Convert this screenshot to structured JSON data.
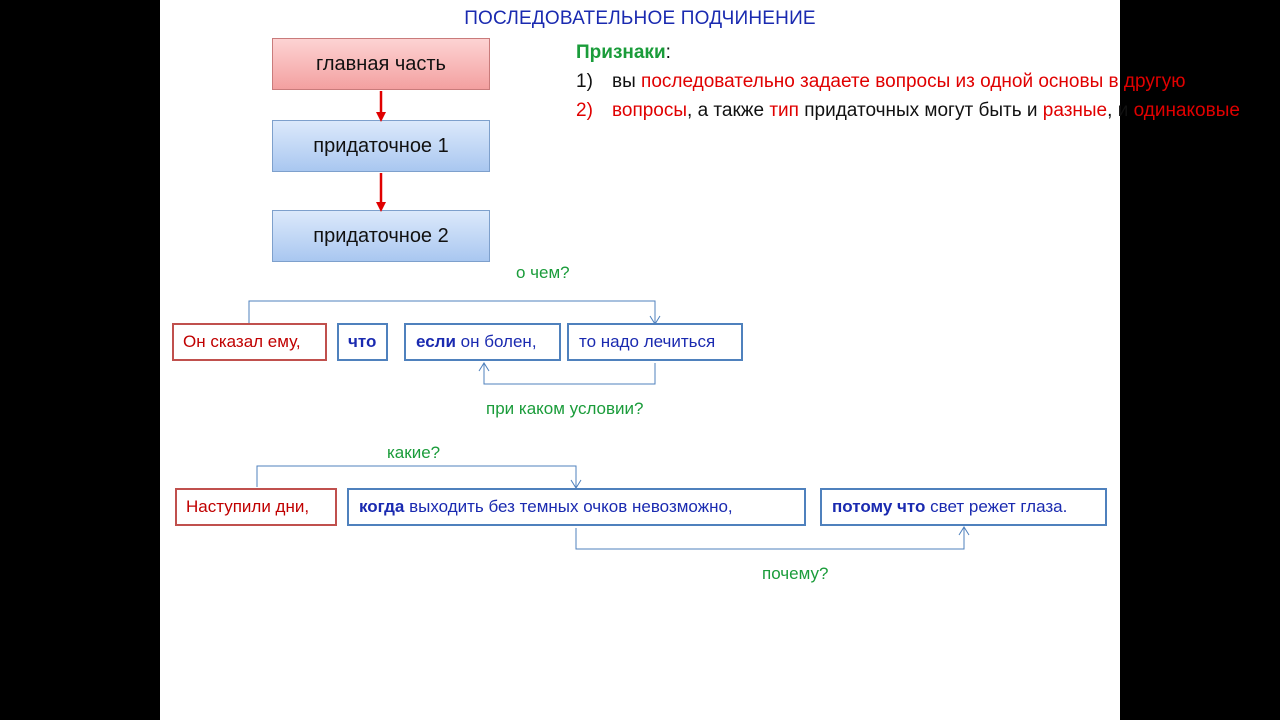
{
  "title": "ПОСЛЕДОВАТЕЛЬНОЕ ПОДЧИНЕНИЕ",
  "flow": {
    "main": "главная часть",
    "sub1": "придаточное 1",
    "sub2": "придаточное 2"
  },
  "signs": {
    "heading": "Признаки",
    "colon": ":",
    "item1": {
      "num": "1)",
      "part1": "вы ",
      "part2": "последовательно задаете вопросы из одной основы в другую"
    },
    "item2": {
      "num": "2)",
      "part1": "вопросы",
      "part2": ", а также ",
      "part3": "тип",
      "part4": " придаточных могут быть и ",
      "part5": "разные",
      "part6": ", и ",
      "part7": "одинаковые"
    }
  },
  "example1": {
    "q_top": "о чем?",
    "q_bottom": "при каком условии?",
    "box1": "Он сказал ему,",
    "box2": "что",
    "box3_bold": "если",
    "box3_rest": " он болен,",
    "box4": "то надо лечиться"
  },
  "example2": {
    "q_top": "какие?",
    "q_bottom": "почему?",
    "box1": "Наступили дни,",
    "box2_bold": "когда",
    "box2_rest": " выходить без темных очков невозможно,",
    "box3_bold": "потому что",
    "box3_rest": " свет режет глаза."
  },
  "colors": {
    "title": "#1a2ab0",
    "green": "#1a9c3a",
    "red": "#e00000",
    "arrow_red": "#e00000",
    "bracket": "#4f81bd"
  }
}
